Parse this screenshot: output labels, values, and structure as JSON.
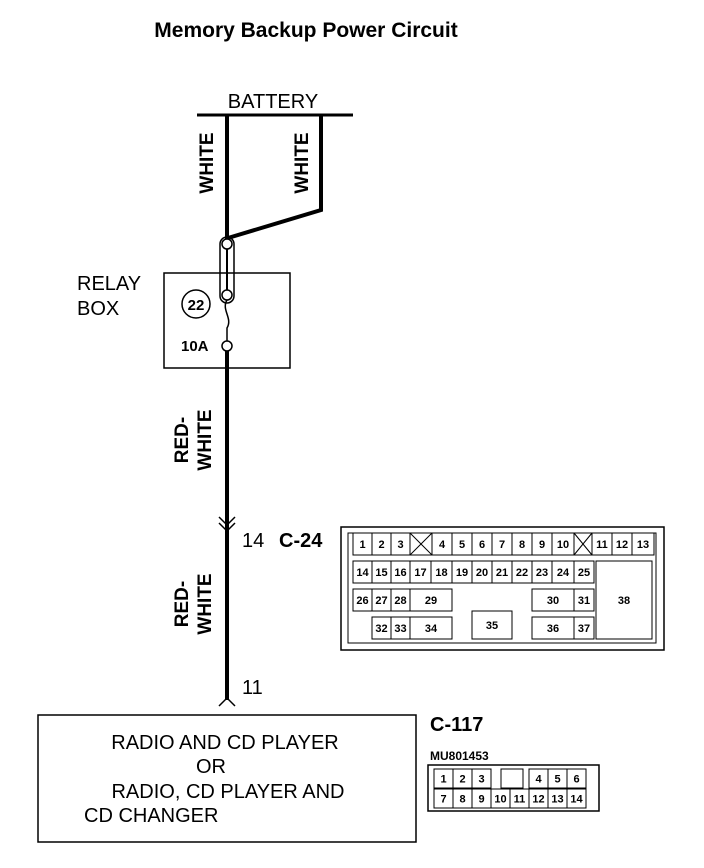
{
  "title": "Memory Backup Power Circuit",
  "battery_label": "BATTERY",
  "wire_white_left": "WHITE",
  "wire_white_right": "WHITE",
  "relay_box_label": [
    "RELAY",
    "BOX"
  ],
  "fuse_number": "22",
  "fuse_rating": "10A",
  "wire_red_white_upper": [
    "RED-",
    "WHITE"
  ],
  "wire_red_white_lower": [
    "RED-",
    "WHITE"
  ],
  "connector_c24": {
    "id": "C-24",
    "pin": "14"
  },
  "radio_pin": "11",
  "radio_box_lines": [
    "RADIO AND CD PLAYER",
    "OR",
    "RADIO, CD PLAYER AND",
    "CD CHANGER"
  ],
  "connector_c117": {
    "id": "C-117",
    "part_number": "MU801453"
  },
  "c24_pins": {
    "row1": [
      "1",
      "2",
      "3",
      "4",
      "5",
      "6",
      "7",
      "8",
      "9",
      "10",
      "11",
      "12",
      "13"
    ],
    "row2": [
      "14",
      "15",
      "16",
      "17",
      "18",
      "19",
      "20",
      "21",
      "22",
      "23",
      "24",
      "25"
    ],
    "row3": [
      "26",
      "27",
      "28",
      "29",
      "30",
      "31",
      "38"
    ],
    "row4": [
      "32",
      "33",
      "34",
      "35",
      "36",
      "37"
    ]
  },
  "c117_pins": {
    "row1": [
      "1",
      "2",
      "3",
      "4",
      "5",
      "6"
    ],
    "row2": [
      "7",
      "8",
      "9",
      "10",
      "11",
      "12",
      "13",
      "14"
    ]
  }
}
